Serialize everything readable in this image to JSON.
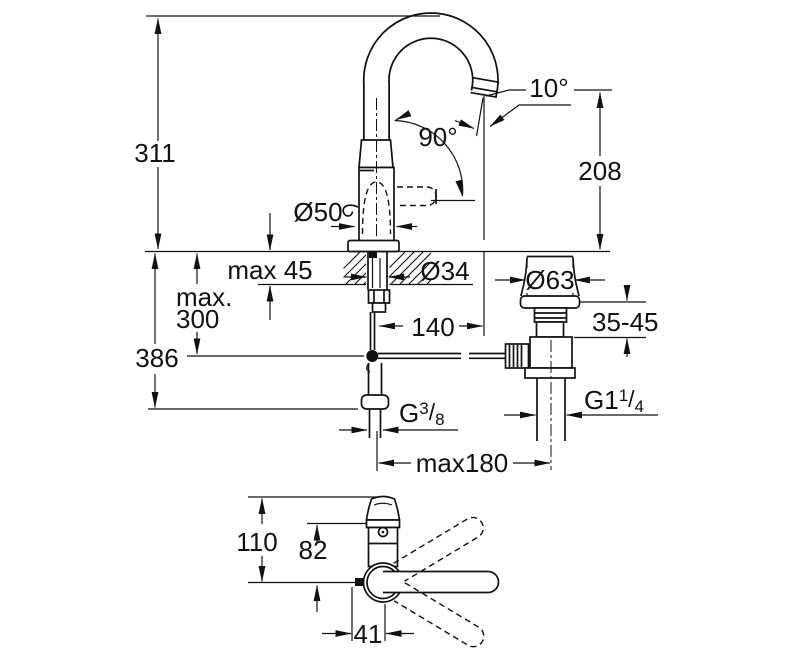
{
  "page": {
    "background": "#ffffff",
    "line_color": "#111111"
  },
  "dimensions": {
    "front": {
      "total_height": "311",
      "spout_tilt_angle": "10°",
      "swivel_angle": "90°",
      "spout_height": "208",
      "base_diameter": "Ø50",
      "max_deck_thickness": "max 45",
      "mounting_hole_diameter": "Ø34",
      "rod_offset_length": "140",
      "max_rod_depth_line1": "max.",
      "max_rod_depth_line2": "300",
      "total_depth": "386",
      "waste_flange_diameter": "Ø63",
      "waste_clamp_range": "35-45",
      "supply_thread": {
        "prefix": "G",
        "numerator": "3",
        "separator": "/",
        "denominator": "8"
      },
      "waste_thread": {
        "prefix": "G1",
        "numerator": "1",
        "separator": "/",
        "denominator": "4"
      },
      "max_center_distance": "max180"
    },
    "plan": {
      "total_projection": "110",
      "body_projection": "82",
      "rod_center_offset": "41"
    }
  }
}
